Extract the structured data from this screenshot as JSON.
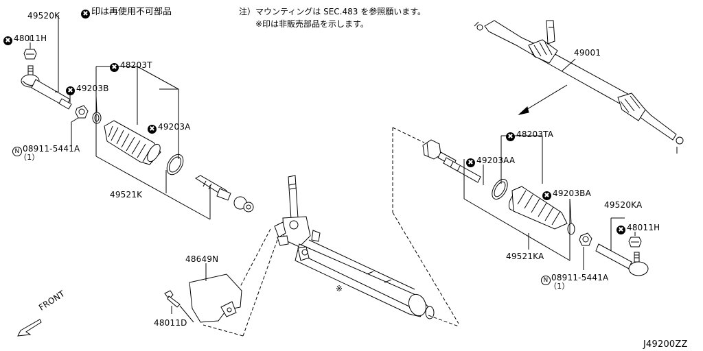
{
  "header": {
    "legend_symbol": "✖",
    "legend_text": "印は再使用不可部品",
    "note_line1": "注）マウンティングは SEC.483 を参照願います。",
    "note_line2": "※印は非販売部品を示します。"
  },
  "labels": {
    "p49520K": "49520K",
    "p48011H_left": "48011H",
    "p49203B": "49203B",
    "p48203T": "48203T",
    "p49203A": "49203A",
    "p08911_left": "08911-5441A",
    "qty_left": "（1）",
    "p49521K": "49521K",
    "p49001": "49001",
    "p48203TA": "48203TA",
    "p49203AA": "49203AA",
    "p49203BA": "49203BA",
    "p49520KA": "49520KA",
    "p48011H_right": "48011H",
    "p49521KA": "49521KA",
    "p08911_right": "08911-5441A",
    "qty_right": "（1）",
    "p48649N": "48649N",
    "p48011D": "48011D",
    "rack_mark": "※",
    "front": "FRONT",
    "diagram_id": "J49200ZZ"
  }
}
